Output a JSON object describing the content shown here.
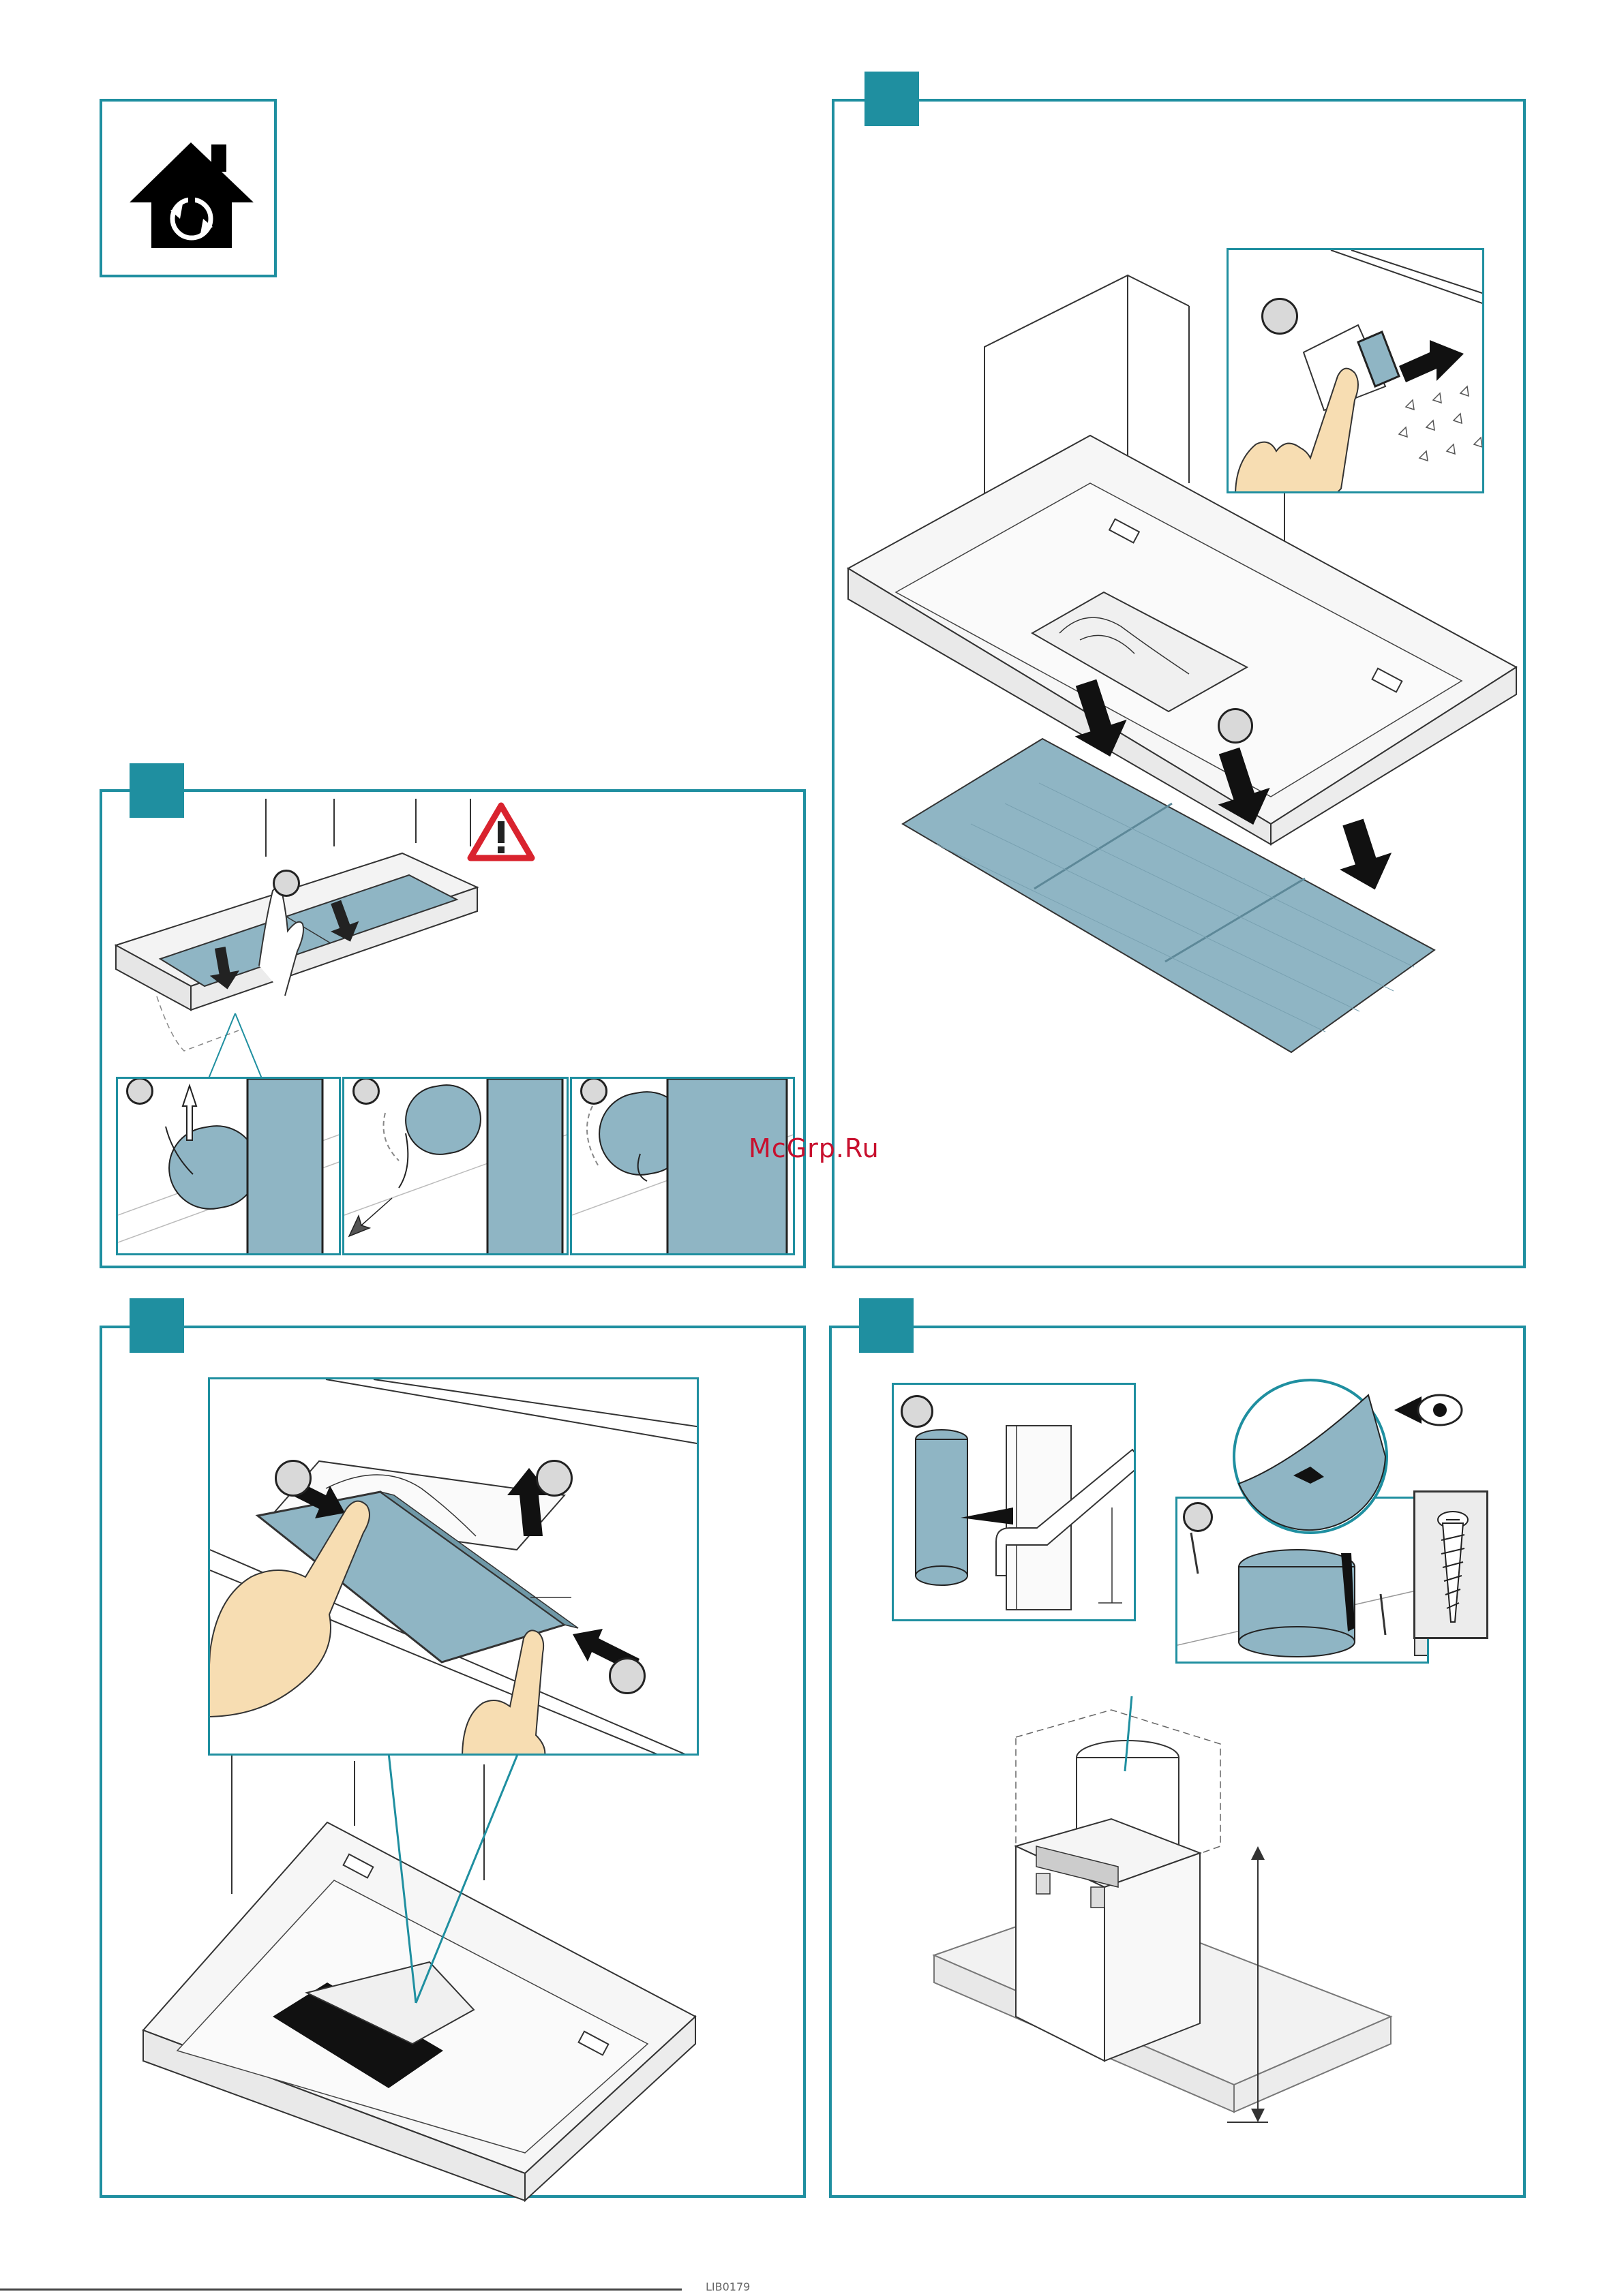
{
  "watermark": "McGrp.Ru",
  "footer": {
    "code": "LIB0179"
  },
  "colors": {
    "accent": "#1f8fa0",
    "filter_fill": "#8fb5c4",
    "skin": "#f7ddb2",
    "warning": "#d9232e"
  },
  "icons": {
    "home_cycle": "house-with-circular-arrow-icon",
    "warning": "warning-triangle-icon",
    "eye": "eye-icon",
    "screw": "screw-icon"
  },
  "panels": [
    {
      "id": "icon-box",
      "content": "house-with-circular-arrow-icon"
    },
    {
      "id": "step-remove-grease-filter",
      "subpanels": 3,
      "warning": true
    },
    {
      "id": "step-insert-carbon-filter",
      "inset": true
    },
    {
      "id": "step-remove-cover-plate",
      "inset": true
    },
    {
      "id": "step-install-chimney-duct",
      "insets": 2
    }
  ]
}
